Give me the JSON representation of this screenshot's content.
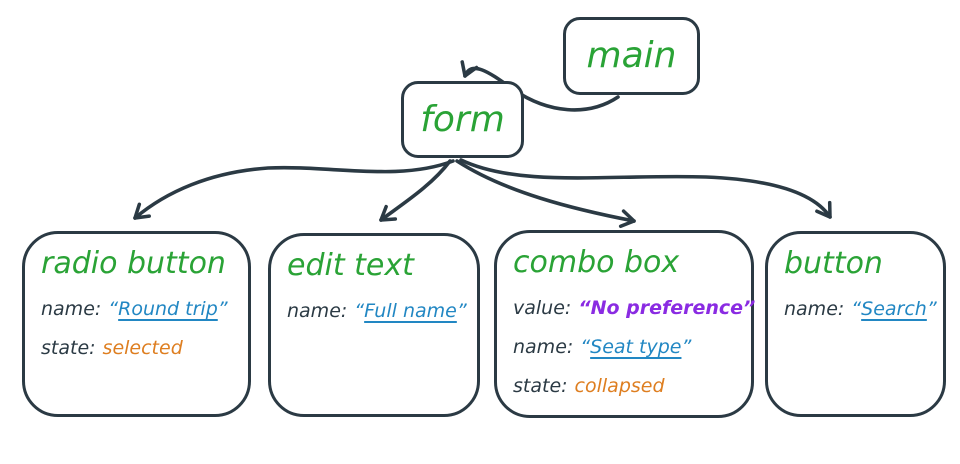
{
  "colors": {
    "ink": "#2b3a44",
    "green": "#2aa336",
    "blue": "#2287c3",
    "orange": "#de7e20",
    "purple": "#8a2be2",
    "paper": "#ffffff"
  },
  "punctuation": {
    "open_quote": "“",
    "close_quote": "”"
  },
  "tree": {
    "root": {
      "label": "main"
    },
    "parent": {
      "label": "form"
    },
    "children": [
      {
        "title": "radio button",
        "rows": [
          {
            "key": "name:",
            "value": "Round trip",
            "kind": "name"
          },
          {
            "key": "state:",
            "value": "selected",
            "kind": "state"
          }
        ]
      },
      {
        "title": "edit text",
        "rows": [
          {
            "key": "name:",
            "value": "Full name",
            "kind": "name"
          }
        ]
      },
      {
        "title": "combo box",
        "rows": [
          {
            "key": "value:",
            "value": "No preference",
            "kind": "value"
          },
          {
            "key": "name:",
            "value": "Seat type",
            "kind": "name"
          },
          {
            "key": "state:",
            "value": "collapsed",
            "kind": "state"
          }
        ]
      },
      {
        "title": "button",
        "rows": [
          {
            "key": "name:",
            "value": "Search",
            "kind": "name"
          }
        ]
      }
    ]
  }
}
